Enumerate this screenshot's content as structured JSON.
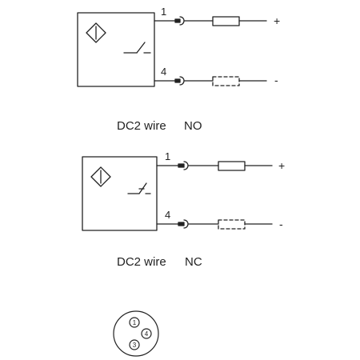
{
  "colors": {
    "stroke": "#222222",
    "background": "#ffffff",
    "text": "#222222"
  },
  "diagram_no": {
    "pin_top": "1",
    "pin_bottom": "4",
    "sign_top": "+",
    "sign_bottom": "-",
    "caption_left": "DC2 wire",
    "caption_right": "NO",
    "switch_state": "normally-open"
  },
  "diagram_nc": {
    "pin_top": "1",
    "pin_bottom": "4",
    "sign_top": "+",
    "sign_bottom": "-",
    "caption_left": "DC2 wire",
    "caption_right": "NC",
    "switch_state": "normally-closed"
  },
  "connector": {
    "pins": [
      "1",
      "4",
      "3"
    ]
  }
}
